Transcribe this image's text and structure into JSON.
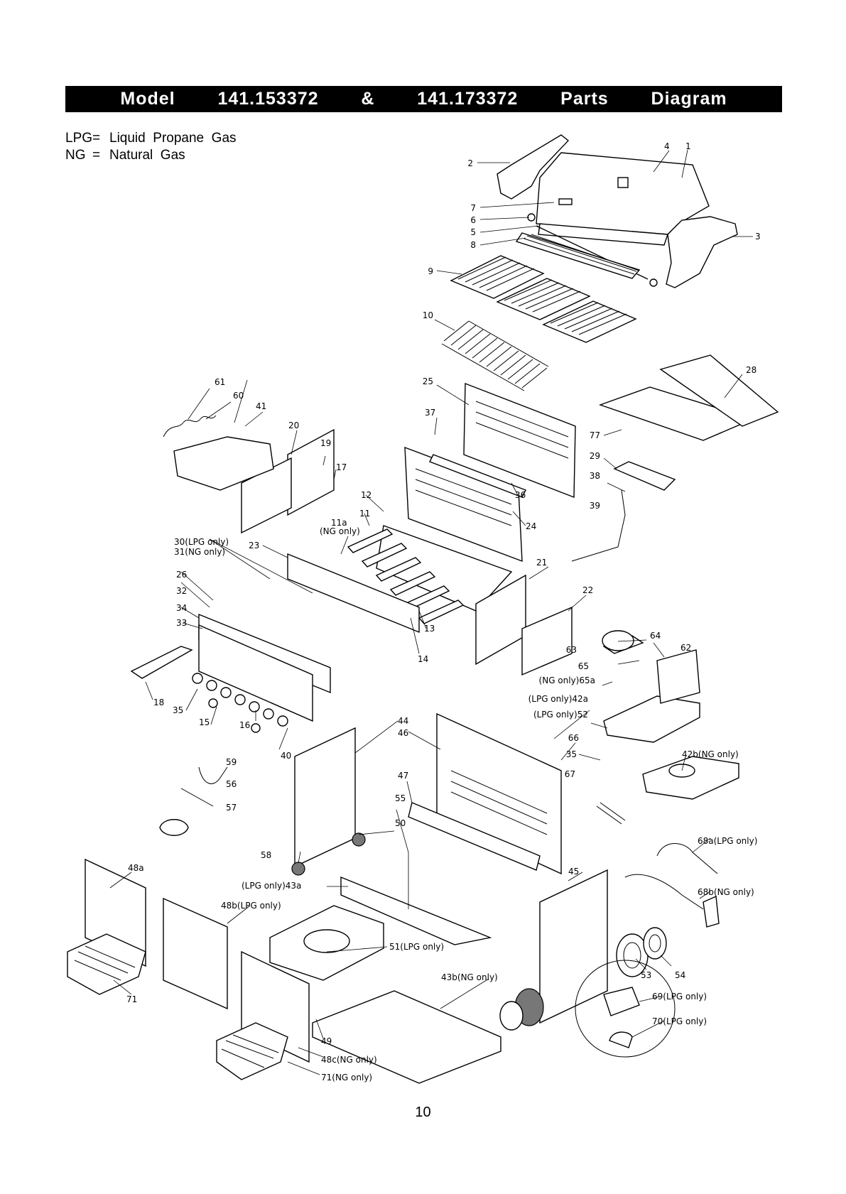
{
  "title": "Model   141.153372   &   141.173372   Parts   Diagram",
  "legend": [
    {
      "abbr": "LPG",
      "eq": "=",
      "meaning": "Liquid  Propane  Gas"
    },
    {
      "abbr": "NG",
      "eq": "=",
      "meaning": "Natural  Gas"
    }
  ],
  "parts": {
    "p1": "1",
    "p2": "2",
    "p3": "3",
    "p4": "4",
    "p5": "5",
    "p6": "6",
    "p7": "7",
    "p8": "8",
    "p9": "9",
    "p10": "10",
    "p11": "11",
    "p11a": "11a",
    "p11a_note": "(NG only)",
    "p12": "12",
    "p13": "13",
    "p14": "14",
    "p15": "15",
    "p16": "16",
    "p17": "17",
    "p18": "18",
    "p19": "19",
    "p20": "20",
    "p21": "21",
    "p22": "22",
    "p23": "23",
    "p24": "24",
    "p25": "25",
    "p26": "26",
    "p28": "28",
    "p29": "29",
    "p30": "30(LPG only)",
    "p31": "31(NG only)",
    "p32": "32",
    "p33": "33",
    "p34": "34",
    "p35a": "35",
    "p35b": "35",
    "p36": "36",
    "p37": "37",
    "p38": "38",
    "p39": "39",
    "p40": "40",
    "p41": "41",
    "p42a": "(LPG only)42a",
    "p42b": "42b(NG only)",
    "p43a": "(LPG only)43a",
    "p43b": "43b(NG only)",
    "p44": "44",
    "p45": "45",
    "p46": "46",
    "p47": "47",
    "p48a": "48a",
    "p48b": "48b(LPG only)",
    "p48c": "48c(NG only)",
    "p49": "49",
    "p50": "50",
    "p51": "51(LPG only)",
    "p52": "(LPG only)52",
    "p53": "53",
    "p54": "54",
    "p55": "55",
    "p56": "56",
    "p57": "57",
    "p58": "58",
    "p59": "59",
    "p60": "60",
    "p61": "61",
    "p62": "62",
    "p63": "63",
    "p64": "64",
    "p65": "65",
    "p65a": "(NG only)65a",
    "p66": "66",
    "p67": "67",
    "p68a": "68a(LPG only)",
    "p68b": "68b(NG   only)",
    "p69": "69(LPG only)",
    "p70": "70(LPG only)",
    "p71a": "71",
    "p71b": "71(NG only)",
    "p77": "77"
  },
  "page_number": "10"
}
